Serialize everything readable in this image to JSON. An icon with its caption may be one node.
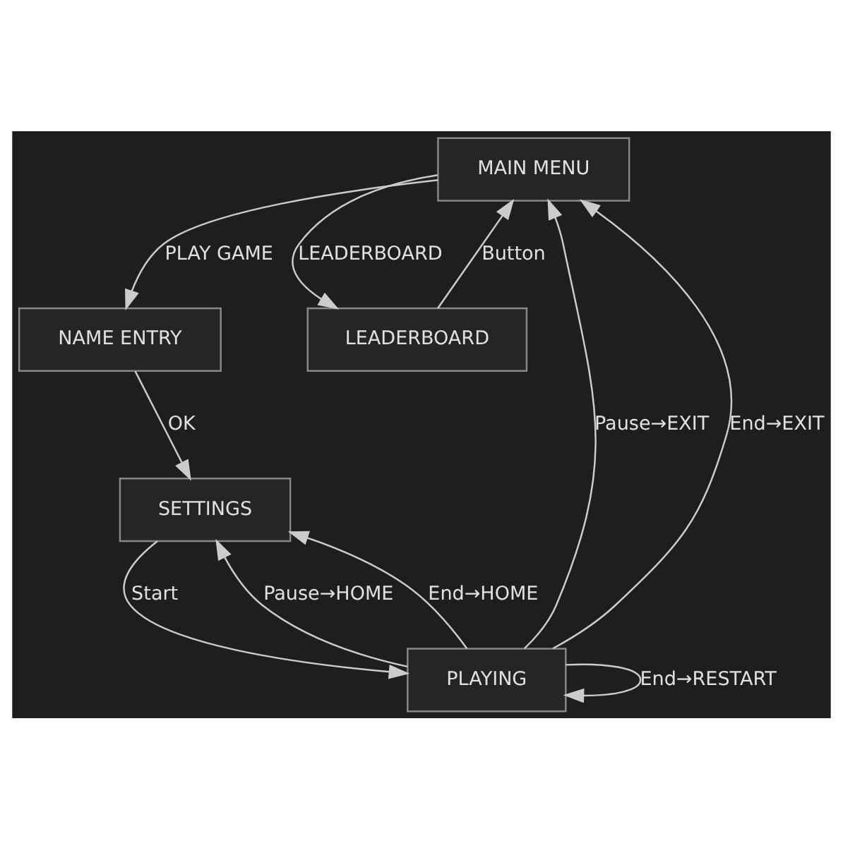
{
  "diagram": {
    "nodes": [
      {
        "text": [
          "MAIN MENU"
        ]
      },
      {
        "text": [
          "NAME ENTRY"
        ]
      },
      {
        "text": [
          "LEADERBOARD"
        ]
      },
      {
        "text": [
          "SETTINGS"
        ]
      },
      {
        "text": [
          "PLAYING"
        ]
      }
    ],
    "edges": [
      {
        "from": 0,
        "to": 1,
        "arrow": "to",
        "label": "PLAY GAME"
      },
      {
        "from": 0,
        "to": 2,
        "arrow": "to",
        "label": "LEADERBOARD"
      },
      {
        "from": 2,
        "to": 0,
        "arrow": "to",
        "label": "Button"
      },
      {
        "from": 1,
        "to": 3,
        "arrow": "to",
        "label": "OK"
      },
      {
        "from": 3,
        "to": 4,
        "arrow": "to",
        "label": "Start"
      },
      {
        "from": 4,
        "to": 3,
        "arrow": "to",
        "label": "Pause→HOME"
      },
      {
        "from": 4,
        "to": 0,
        "arrow": "to",
        "label": "Pause→EXIT"
      },
      {
        "from": 4,
        "to": 0,
        "arrow": "to",
        "label": "End→EXIT"
      },
      {
        "from": 4,
        "to": 3,
        "arrow": "to",
        "label": "End→HOME"
      },
      {
        "from": 4,
        "to": 4,
        "arrow": "to",
        "label": "End→RESTART"
      }
    ]
  }
}
